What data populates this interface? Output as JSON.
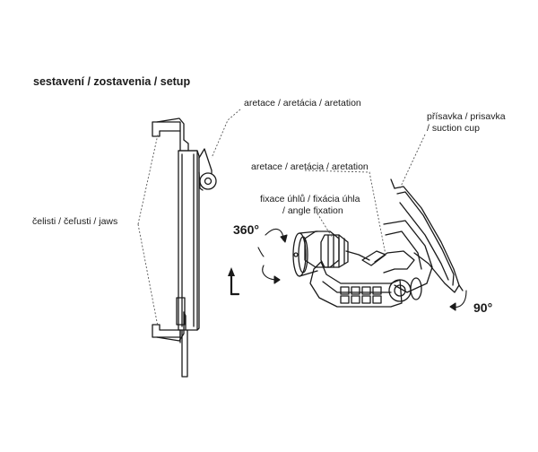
{
  "heading": "sestavení / zostavenia / setup",
  "labels": {
    "aretation_top": "aretace / aretácia / aretation",
    "aretation_mid": "aretace / aretácia / aretation",
    "suction_line1": "přísavka / prisavka",
    "suction_line2": "/ suction cup",
    "angle_line1": "fixace úhlů / fixácia úhla",
    "angle_line2": "/ angle fixation",
    "jaws": "čelisti / čeľusti / jaws"
  },
  "rotation": {
    "deg_360": "360°",
    "deg_90": "90°"
  },
  "colors": {
    "stroke": "#1a1a1a",
    "leader": "#555555"
  }
}
